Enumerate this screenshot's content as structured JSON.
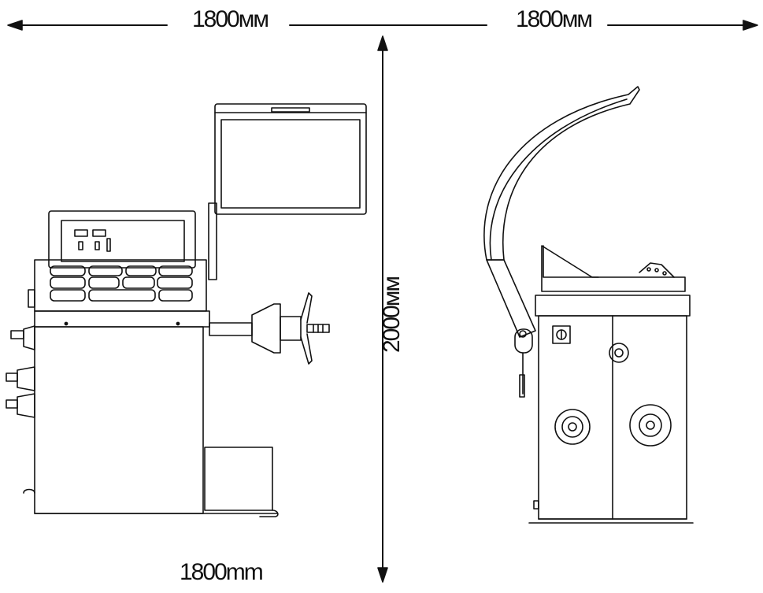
{
  "dimensions": {
    "width_left": "1800мм",
    "width_right": "1800мм",
    "height": "2000мм",
    "width_bottom": "1800mm"
  },
  "colors": {
    "line": "#111111",
    "background": "#ffffff"
  }
}
